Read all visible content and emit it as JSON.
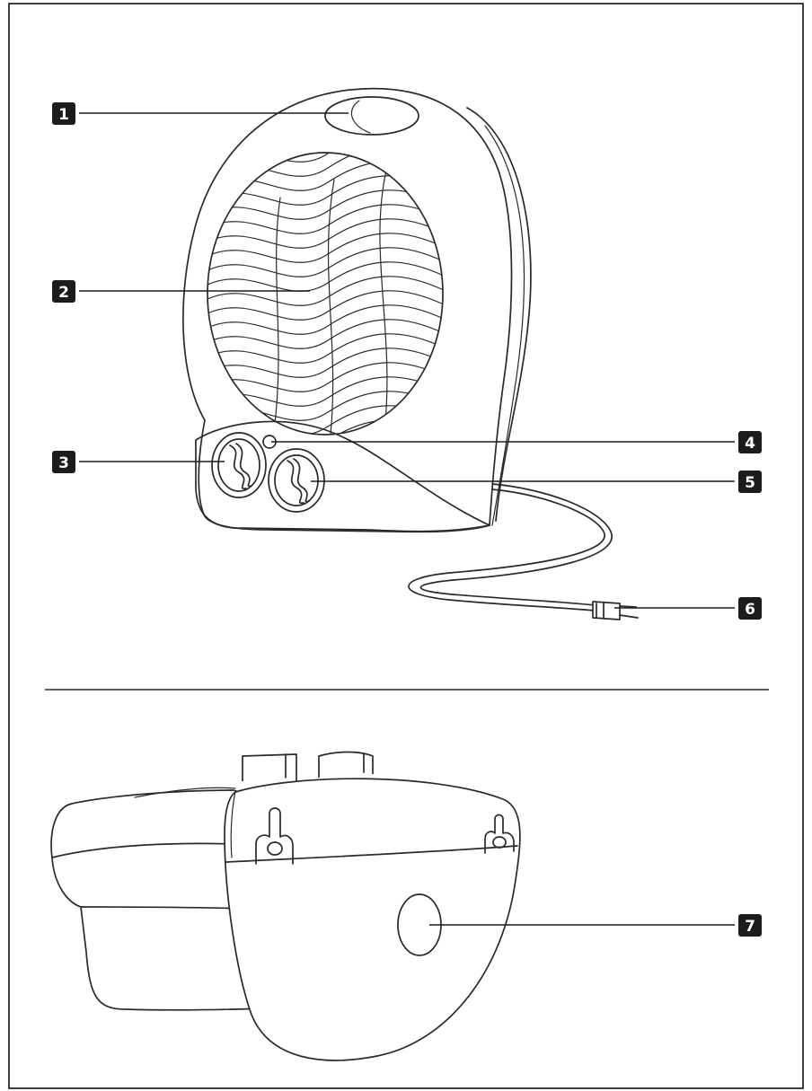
{
  "callouts": [
    {
      "id": "1",
      "part": "handle"
    },
    {
      "id": "2",
      "part": "air-grille"
    },
    {
      "id": "3",
      "part": "left-knob"
    },
    {
      "id": "4",
      "part": "indicator-light"
    },
    {
      "id": "5",
      "part": "right-knob"
    },
    {
      "id": "6",
      "part": "power-plug"
    },
    {
      "id": "7",
      "part": "bottom-round-part"
    }
  ],
  "colors": {
    "line": "#2a2a2a",
    "callout_box": "#1c1c1c",
    "background": "#ffffff"
  }
}
